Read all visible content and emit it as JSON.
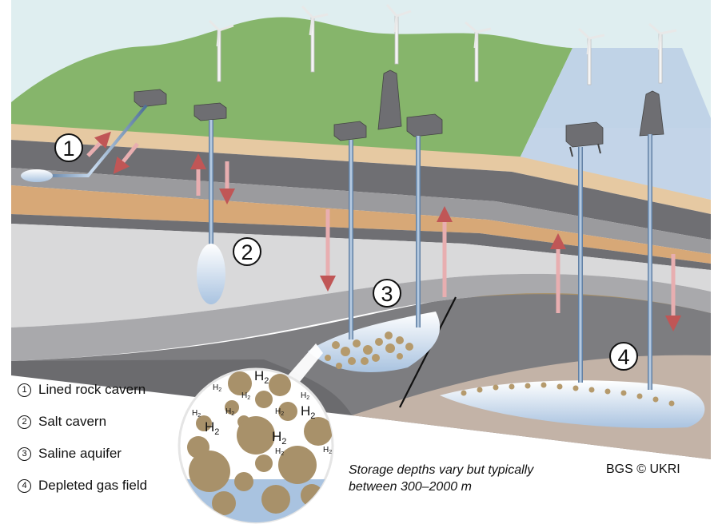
{
  "markers": [
    {
      "number": "1"
    },
    {
      "number": "2"
    },
    {
      "number": "3"
    },
    {
      "number": "4"
    }
  ],
  "legend": [
    {
      "number": "1",
      "label": "Lined rock cavern"
    },
    {
      "number": "2",
      "label": "Salt cavern"
    },
    {
      "number": "3",
      "label": "Saline aquifer"
    },
    {
      "number": "4",
      "label": "Depleted gas field"
    }
  ],
  "magnifier": {
    "molecule_label": "H",
    "subscript": "2"
  },
  "note": {
    "line1": "Storage depths vary but typically",
    "line2": "between 300–2000 m"
  },
  "credit": "BGS © UKRI",
  "colors": {
    "sky": "#dfeef0",
    "hill": "#86b56b",
    "topsoil": "#e6c9a2",
    "dark_rock": "#6f6f73",
    "mid_rock": "#9b9b9e",
    "light_rock": "#d9d9da",
    "tan": "#d7a877",
    "reservoir": "#a8916a",
    "sea": "#bccfe6",
    "arrow": "#e8aeb0",
    "pipe": "#6f8fb3"
  }
}
